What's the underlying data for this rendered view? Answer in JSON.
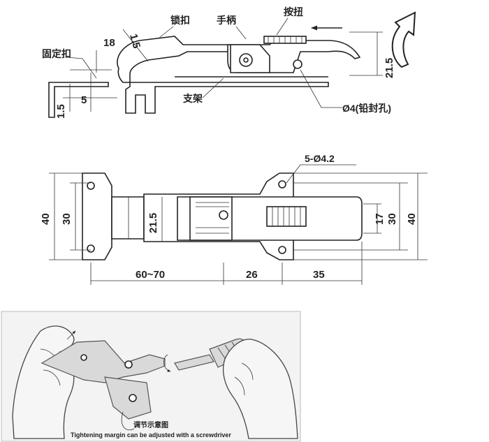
{
  "labels": {
    "fixed_buckle": "固定扣",
    "lock_buckle": "锁扣",
    "handle": "手柄",
    "button": "按扭",
    "bracket": "支架",
    "seal_hole": "Ø4(铅封孔)",
    "holes": "5-Ø4.2"
  },
  "dimensions": {
    "side_1_5_top": "1.5",
    "side_18": "18",
    "side_21_5": "21.5",
    "side_1_5_bottom": "1.5",
    "side_5": "5",
    "plan_40_left": "40",
    "plan_30_left": "30",
    "plan_21_5": "21.5",
    "plan_17": "17",
    "plan_30_right": "30",
    "plan_40_right": "40",
    "plan_60_70": "60~70",
    "plan_26": "26",
    "plan_35": "35"
  },
  "caption": {
    "title": "调节示意图",
    "subtitle": "Tightening margin can be adjusted with a screwdriver"
  }
}
